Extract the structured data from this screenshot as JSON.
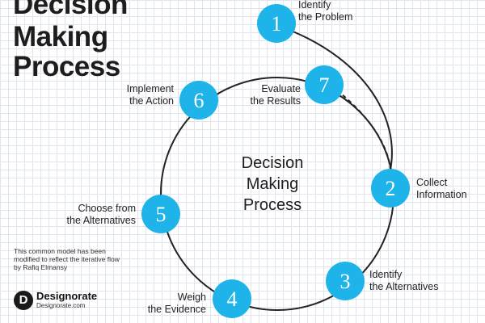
{
  "title": {
    "lines": [
      "Decision",
      "Making",
      "Process"
    ]
  },
  "center": {
    "lines": [
      "Decision",
      "Making",
      "Process"
    ]
  },
  "steps": [
    {
      "number": "1",
      "lines": [
        "Identify",
        "the Problem"
      ]
    },
    {
      "number": "2",
      "lines": [
        "Collect",
        "Information"
      ]
    },
    {
      "number": "3",
      "lines": [
        "Identify",
        "the Alternatives"
      ]
    },
    {
      "number": "4",
      "lines": [
        "Weigh",
        "the Evidence"
      ]
    },
    {
      "number": "5",
      "lines": [
        "Choose from",
        "the Alternatives"
      ]
    },
    {
      "number": "6",
      "lines": [
        "Implement",
        "the Action"
      ]
    },
    {
      "number": "7",
      "lines": [
        "Evaluate",
        "the Results"
      ]
    }
  ],
  "note": "This common model has been modified to reflect the iterative flow by Rafiq Elmansy",
  "logo": {
    "mark": "D",
    "name": "Designorate",
    "url": "Designorate.com"
  },
  "colors": {
    "badge": "#1eb4ea",
    "ring": "#222222"
  }
}
